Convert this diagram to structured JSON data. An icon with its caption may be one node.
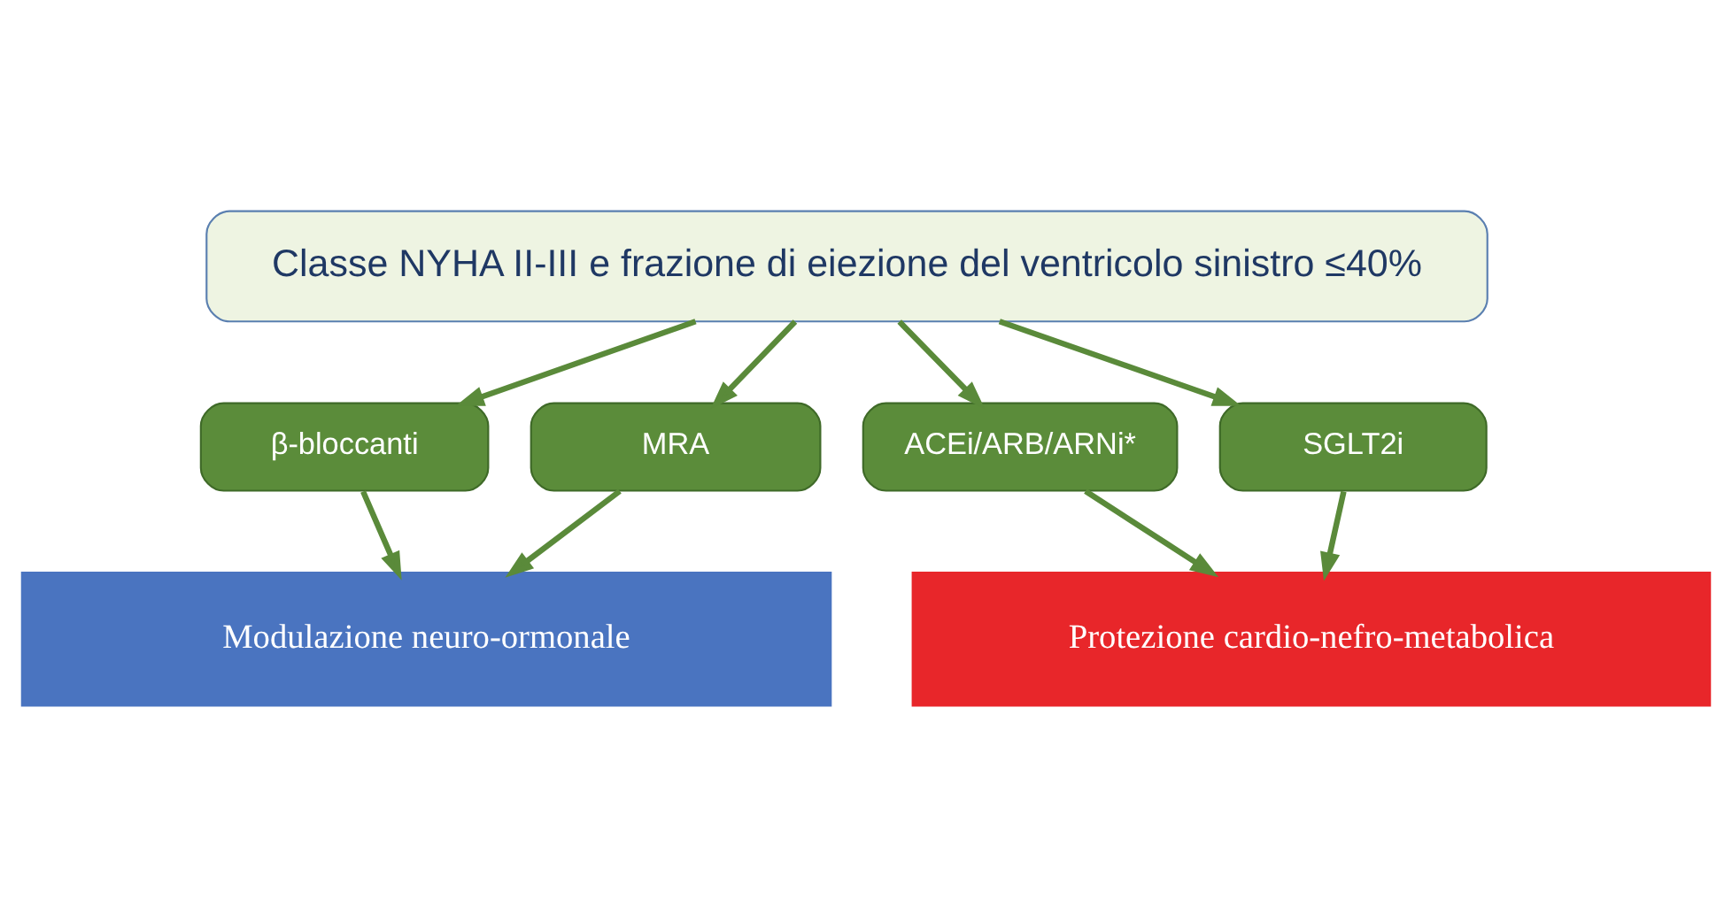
{
  "diagram": {
    "nodes": [
      {
        "text": [
          "Classe NYHA II-III e frazione di eiezione del ventricolo sinistro ≤40%"
        ]
      },
      {
        "text": [
          "β-bloccanti"
        ]
      },
      {
        "text": [
          "MRA"
        ]
      },
      {
        "text": [
          "ACEi/ARB/ARNi*"
        ]
      },
      {
        "text": [
          "SGLT2i"
        ]
      },
      {
        "text": [
          "Modulazione neuro-ormonale"
        ]
      },
      {
        "text": [
          "Protezione cardio-nefro-metabolica"
        ]
      }
    ],
    "edges": [
      {
        "from": 0,
        "to": 1,
        "arrow": "to"
      },
      {
        "from": 0,
        "to": 2,
        "arrow": "to"
      },
      {
        "from": 0,
        "to": 3,
        "arrow": "to"
      },
      {
        "from": 0,
        "to": 4,
        "arrow": "to"
      },
      {
        "from": 1,
        "to": 5,
        "arrow": "to"
      },
      {
        "from": 2,
        "to": 5,
        "arrow": "to"
      },
      {
        "from": 3,
        "to": 6,
        "arrow": "to"
      },
      {
        "from": 4,
        "to": 6,
        "arrow": "to"
      }
    ]
  }
}
